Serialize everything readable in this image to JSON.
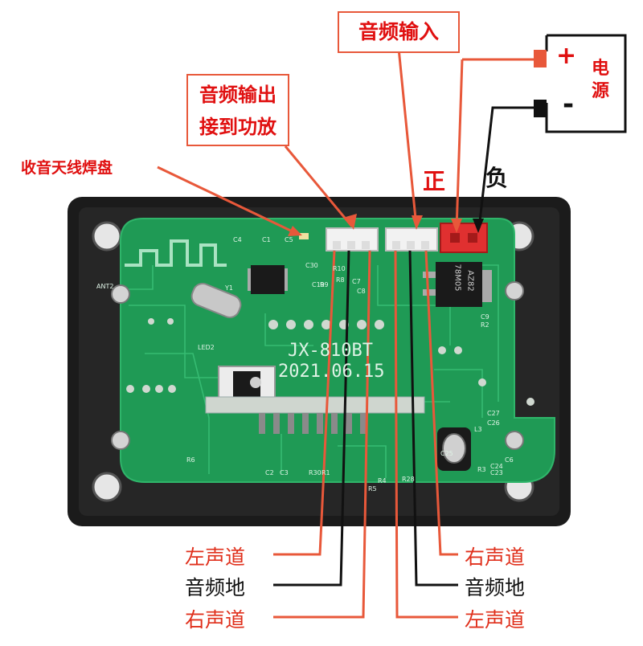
{
  "callouts": {
    "audio_input": "音频输入",
    "audio_output_line1": "音频输出",
    "audio_output_line2": "接到功放",
    "antenna_pad": "收音天线焊盘"
  },
  "power": {
    "plus": "+",
    "minus": "-",
    "label": "电源",
    "positive": "正",
    "negative": "负"
  },
  "board": {
    "model": "JX-810BT",
    "date": "2021.06.15",
    "silk": [
      "C4",
      "C1",
      "C5",
      "C30",
      "R10",
      "R8",
      "C7",
      "C8",
      "C19",
      "R9",
      "LED2",
      "ANT2",
      "Y1",
      "R6",
      "R1",
      "R2",
      "C9",
      "C27",
      "C26",
      "L3",
      "C25",
      "C24",
      "C23",
      "C6",
      "R3",
      "R4",
      "R5",
      "R30",
      "R28",
      "C2",
      "C3"
    ],
    "chips": [
      "78M05",
      "AZ82"
    ]
  },
  "bottom_labels": {
    "left_col": [
      "左声道",
      "音频地",
      "右声道"
    ],
    "right_col": [
      "右声道",
      "音频地",
      "左声道"
    ]
  },
  "colors": {
    "accent": "#e8583a",
    "label_red": "#e0301c",
    "pcb_green": "#1f9a55",
    "connector_red": "#e03030",
    "frame": "#1b1b1b"
  }
}
